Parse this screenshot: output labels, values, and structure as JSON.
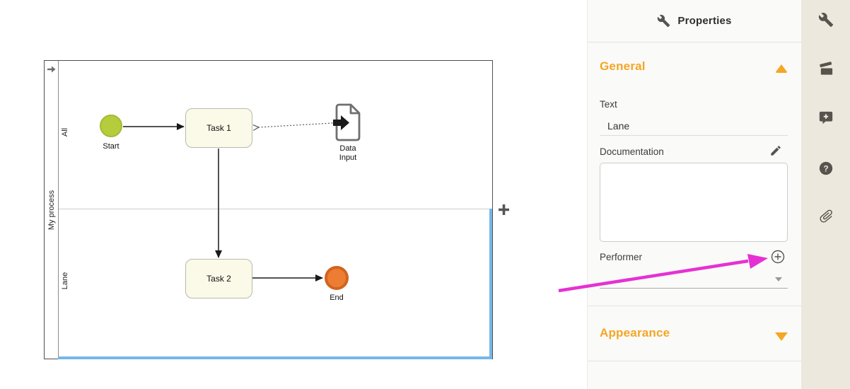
{
  "diagram": {
    "pool": {
      "label": "My process",
      "lanes": [
        {
          "label": "All"
        },
        {
          "label": "Lane"
        }
      ]
    },
    "elements": {
      "start": {
        "label": "Start"
      },
      "task1": {
        "label": "Task 1"
      },
      "task2": {
        "label": "Task 2"
      },
      "end": {
        "label": "End"
      },
      "data_input": {
        "label": "Data\nInput"
      }
    },
    "colors": {
      "start_fill": "#b5cc3c",
      "end_fill": "#ec7d32",
      "task_fill": "#fbf9e8",
      "selection_blue": "#74b7e9"
    }
  },
  "properties": {
    "title": "Properties",
    "general": {
      "title": "General",
      "text_label": "Text",
      "text_value": "Lane",
      "documentation_label": "Documentation",
      "documentation_value": "",
      "performer_label": "Performer",
      "performer_value": ""
    },
    "appearance": {
      "title": "Appearance"
    }
  },
  "toolbar": {
    "icons": [
      "wrench-icon",
      "clapperboard-icon",
      "comment-plus-icon",
      "help-icon",
      "paperclip-icon"
    ],
    "help_glyph": "?"
  },
  "annotation": {
    "color": "#e531d3",
    "accent_orange": "#f5a623"
  }
}
